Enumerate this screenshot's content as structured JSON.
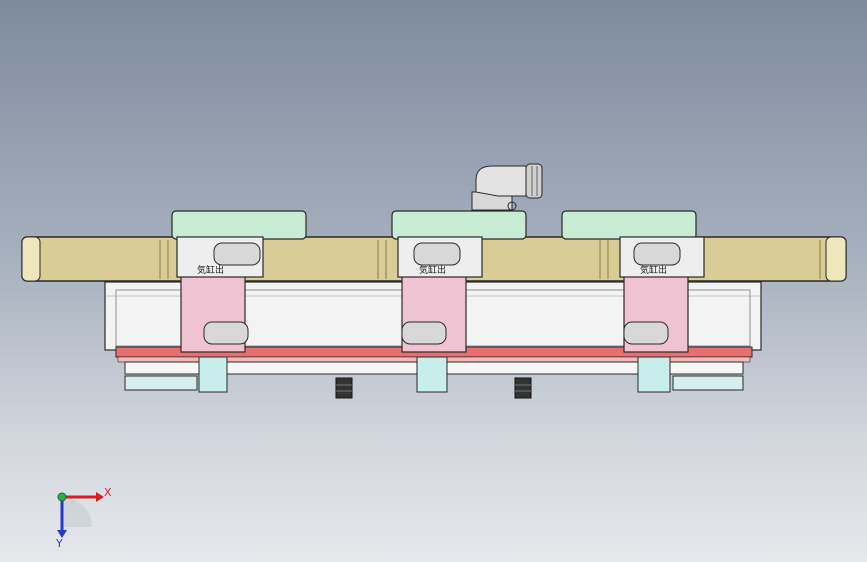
{
  "colors": {
    "rail": "#d9cc94",
    "rail_dark": "#b8a96a",
    "cap": "#c8ecd3",
    "cylinder": "#f0c3d3",
    "clamp_ring": "#eeeeee",
    "base": "#f3f3f3",
    "red_plate": "#e96f6f",
    "foot": "#c9ecec",
    "bolt": "#333333",
    "fitting": "#d8d8d8",
    "outline": "#2a2a2a",
    "axis_x": "#d42020",
    "axis_y": "#2a39c4"
  },
  "icons": {
    "triad": "coordinate-triad-icon",
    "elbow": "elbow-fitting-icon"
  },
  "parts": {
    "cylinder_label": "気缸出"
  },
  "triad": {
    "x_label": "X",
    "y_label": "Y"
  }
}
